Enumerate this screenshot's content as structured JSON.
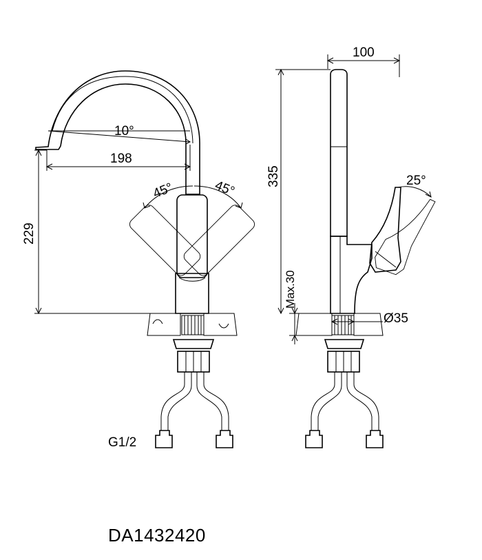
{
  "front_view": {
    "angle_spout": "10°",
    "reach": "198",
    "height": "229",
    "handle_left_angle": "45°",
    "handle_right_angle": "45°",
    "connection": "G1/2"
  },
  "side_view": {
    "depth": "100",
    "total_height": "335",
    "handle_angle": "25°",
    "max_thickness": "Max.30",
    "hole_diameter": "Ø35"
  },
  "model_code": "DA1432420"
}
